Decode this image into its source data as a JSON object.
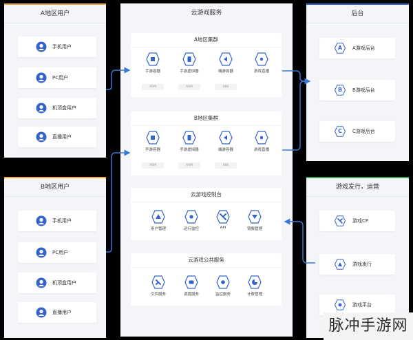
{
  "left_top": {
    "title": "A地区用户",
    "items": [
      {
        "label": "手机用户",
        "icon": "phone-user-icon"
      },
      {
        "label": "PC用户",
        "icon": "pc-user-icon"
      },
      {
        "label": "机顶盒用户",
        "icon": "settop-user-icon"
      },
      {
        "label": "直播用户",
        "icon": "live-user-icon"
      }
    ]
  },
  "left_bottom": {
    "title": "B地区用户",
    "items": [
      {
        "label": "手机用户",
        "icon": "phone-user-icon"
      },
      {
        "label": "PC用户",
        "icon": "pc-user-icon"
      },
      {
        "label": "机顶盒用户",
        "icon": "settop-user-icon"
      },
      {
        "label": "直播用户",
        "icon": "live-user-icon"
      }
    ]
  },
  "center": {
    "title": "云游戏服务",
    "clusterA": {
      "title": "A地区集群",
      "tiles": [
        "手游容器",
        "手游虚拟器",
        "端游容器",
        "游戏直播"
      ],
      "chips": [
        "ARM",
        "ARM",
        "X86"
      ]
    },
    "clusterB": {
      "title": "B地区集群",
      "tiles": [
        "手游容器",
        "手游虚拟器",
        "端游容器",
        "游戏直播"
      ],
      "chips": [
        "ARM",
        "ARM",
        "X86"
      ]
    },
    "console": {
      "title": "云游戏控制台",
      "tiles": [
        "用户管理",
        "运行监控",
        "API",
        "镜像管理"
      ]
    },
    "public": {
      "title": "云游戏公共服务",
      "tiles": [
        "文件服务",
        "调度服务",
        "监控服务",
        "计费管理"
      ]
    }
  },
  "backend": {
    "title": "后台",
    "items": [
      {
        "badge": "A",
        "label": "A游戏后台"
      },
      {
        "badge": "B",
        "label": "B游戏后台"
      },
      {
        "badge": "C",
        "label": "C游戏后台"
      }
    ]
  },
  "ops": {
    "title": "游戏发行，运营",
    "items": [
      {
        "label": "游戏CP",
        "icon": "game-cp-icon"
      },
      {
        "label": "游戏发行",
        "icon": "game-publish-icon"
      },
      {
        "label": "游戏平台",
        "icon": "game-platform-icon"
      }
    ]
  },
  "watermark": "脉冲手游网",
  "colors": {
    "accent": "#3563c9",
    "orange": "#f2a93b",
    "green": "#3fa55b",
    "panel": "#f3f5f8"
  }
}
